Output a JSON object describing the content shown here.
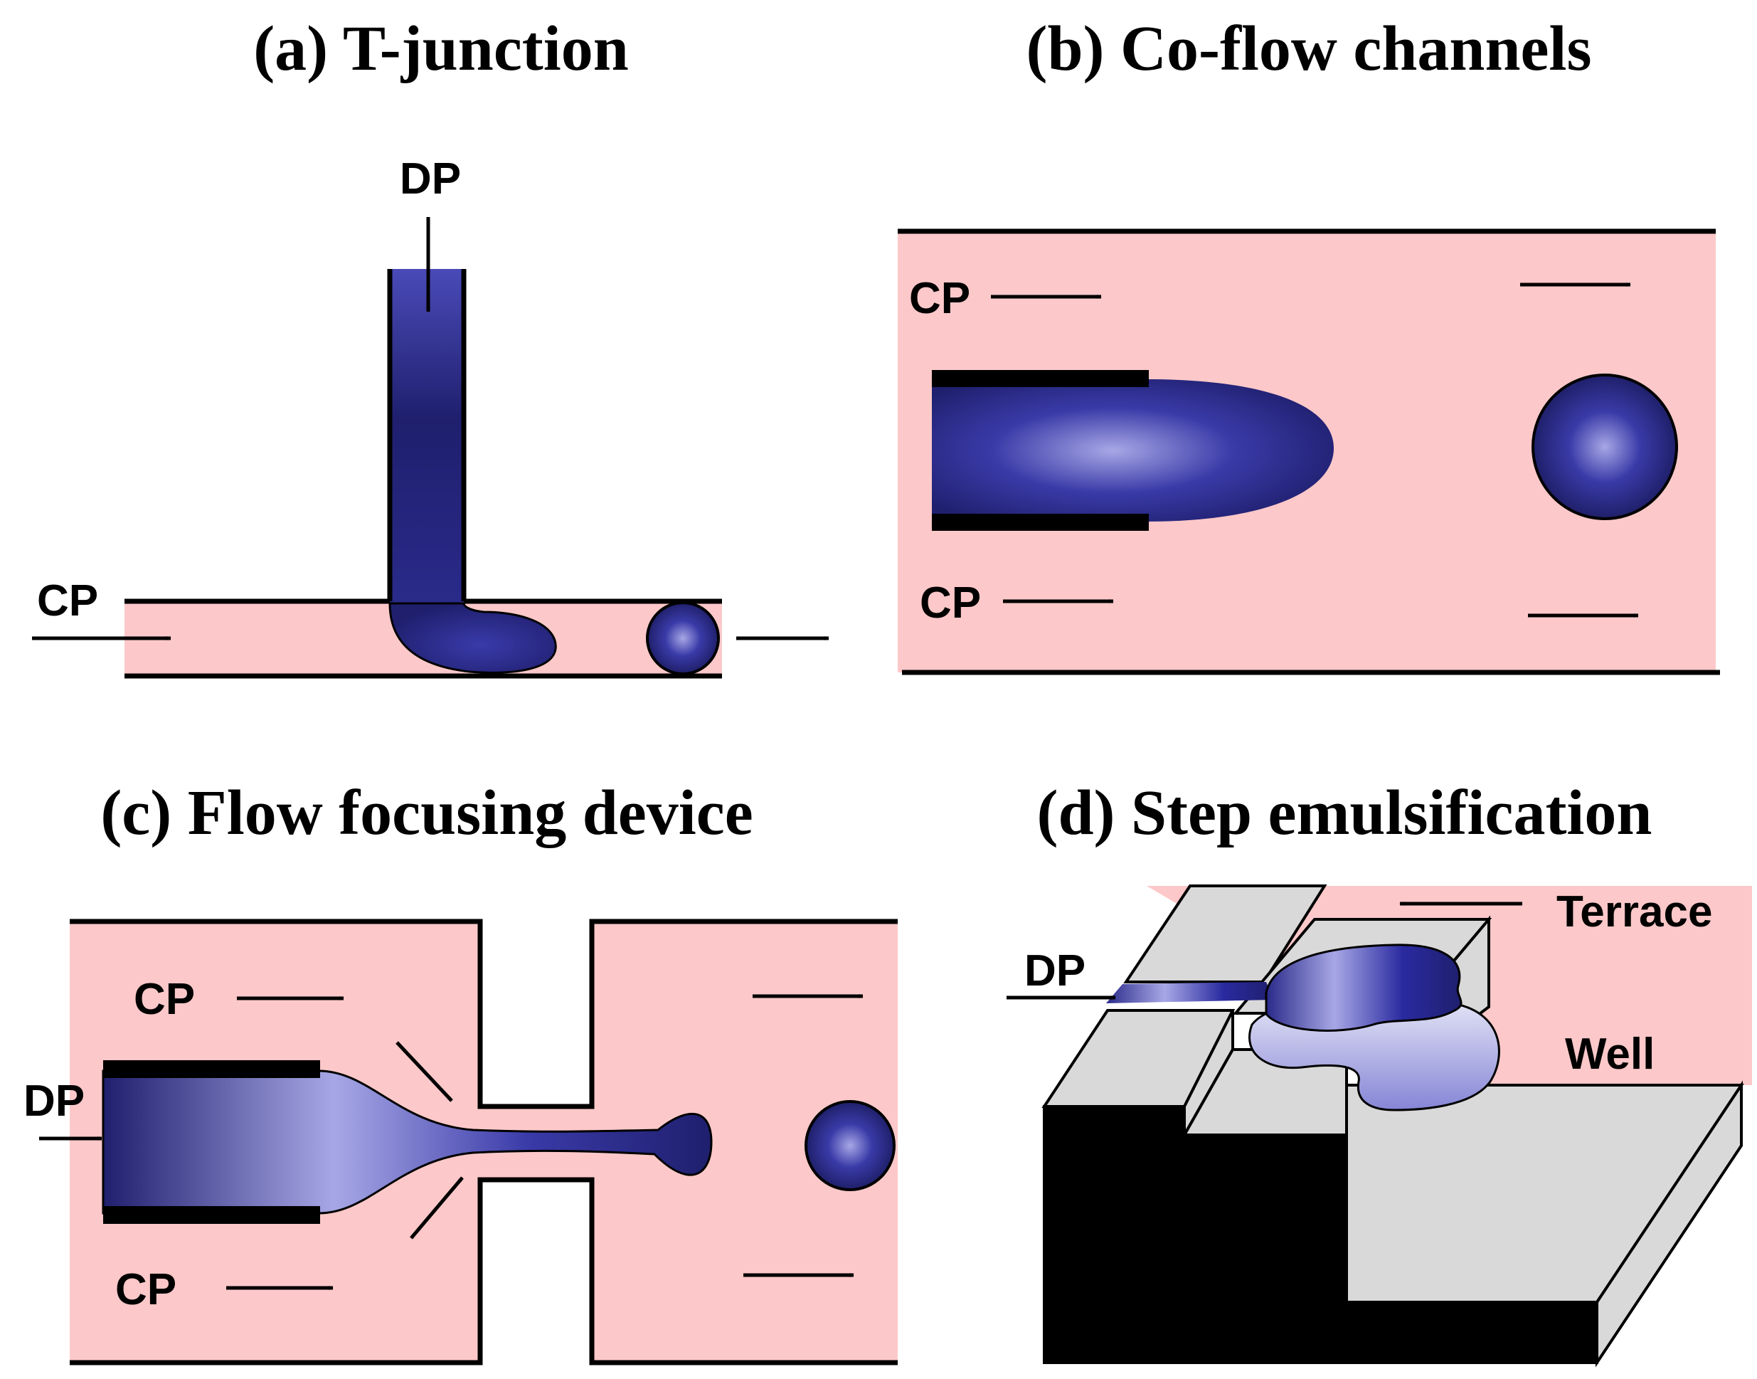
{
  "panels": {
    "a": {
      "title": "(a) T-junction",
      "dp": "DP",
      "cp": "CP"
    },
    "b": {
      "title": "(b) Co-flow channels",
      "cp_top": "CP",
      "cp_bottom": "CP"
    },
    "c": {
      "title": "(c) Flow focusing device",
      "cp_top": "CP",
      "cp_bottom": "CP",
      "dp": "DP"
    },
    "d": {
      "title": "(d) Step emulsification",
      "dp": "DP",
      "terrace": "Terrace",
      "well": "Well"
    }
  },
  "colors": {
    "continuous_phase": "#fdc8c9",
    "dispersed_phase_dark": "#1f1f6e",
    "dispersed_phase_light": "#a7a7e6",
    "structure_gray": "#d9d9d9",
    "wall": "#000000"
  }
}
